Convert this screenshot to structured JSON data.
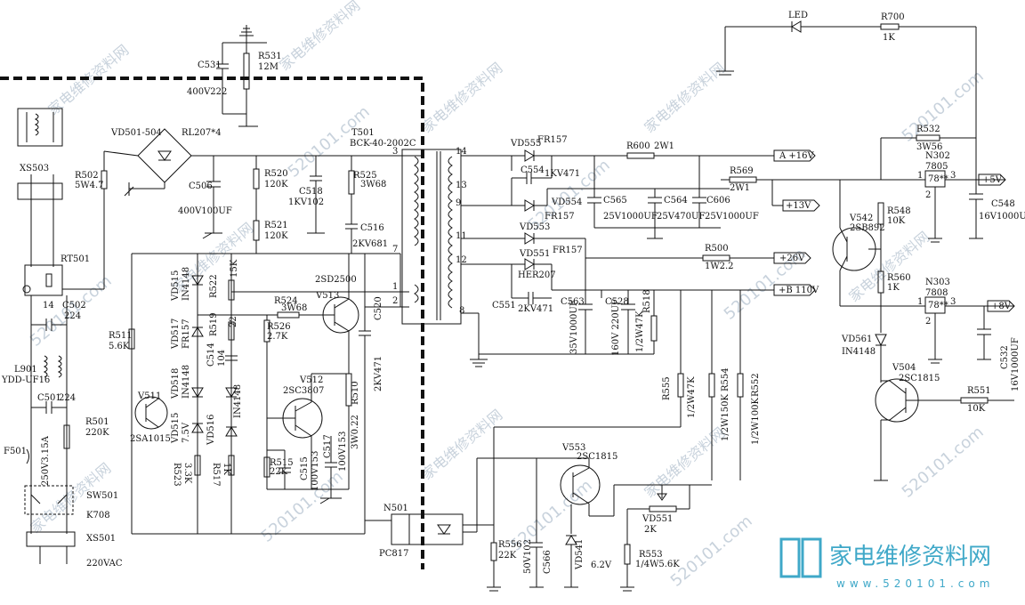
{
  "watermark": "520101.com",
  "watermark_cn": "家电维修资料网",
  "logo": {
    "brand": "家电维修资料网",
    "url": "www.520101.com"
  },
  "labels": {
    "C531": "C531",
    "C531v": "400V222",
    "R531": "R531",
    "R531v": "12M",
    "VD501": "VD501-504",
    "RL207": "RL207*4",
    "R502": "R502",
    "R502v": "5W4.7",
    "XS503": "XS503",
    "C506": "C506",
    "C506v": "400V100UF",
    "R520": "R520",
    "R520v": "120K",
    "R521": "R521",
    "R521v": "120K",
    "C518": "C518",
    "C518v": "1KV102",
    "R525": "R525",
    "R525v": "3W68",
    "C516": "C516",
    "C516v": "2KV681",
    "T501": "T501",
    "T501v": "BCK-40-2002C",
    "RT501": "RT501",
    "C502": "C502",
    "C502v": "224",
    "L901": "L901",
    "L901v": "YDD-UF16",
    "C501": "C501",
    "C501v": "224",
    "R501": "R501",
    "R501v": "220K",
    "F501": "F501",
    "F501v": "250V3.15A",
    "SW501": "SW501",
    "K708": "K708",
    "XS501": "XS501",
    "AC": "220VAC",
    "VD515": "VD515",
    "VD515v": "IN4148",
    "R522": "R522",
    "R522v": "15K",
    "VD517": "VD517",
    "VD517v": "FR157",
    "R519": "R519",
    "R519v": "22",
    "C514": "C514",
    "C514v": "104",
    "R524": "R524",
    "R524v": "3W68",
    "V513": "V513",
    "V513v": "2SD2500",
    "R526": "R526",
    "R526v": "2.7K",
    "C520": "C520",
    "C520v": "2KV471",
    "R511": "R511",
    "R511v": "5.6K",
    "V511": "V511",
    "V511v": "2SA1015",
    "VD518": "VD518",
    "VD518v": "IN4148",
    "VD516": "VD516",
    "VD516v": "IN4148",
    "VD515b": "VD515",
    "VD515bv": "7.5V",
    "V512": "V512",
    "V512v": "2SC3807",
    "R510": "R510",
    "R510v": "3W0.22",
    "R523": "R523",
    "R523v": "3.3K",
    "R517": "R517",
    "R517v": "1K",
    "R515": "R515",
    "R515v": "22K",
    "C515": "C515",
    "C515v": "100V153",
    "C517": "C517",
    "C517v": "100V153",
    "N501": "N501",
    "PC817": "PC817",
    "VD555": "VD555",
    "VD555v": "FR157",
    "C554": "C554",
    "C554v": "1KV471",
    "VD554": "VD554",
    "VD554v": "FR157",
    "VD553": "VD553",
    "VD553v": "FR157",
    "VD551": "VD551",
    "HER207": "HER207",
    "C551": "C551",
    "C551v": "2KV471",
    "R600": "R600",
    "R600v": "2W1",
    "C565": "C565",
    "C565v": "25V1000UF",
    "C564": "C564",
    "C564v": "25V470UF",
    "C606": "C606",
    "C606v": "25V1000UF",
    "R569": "R569",
    "R569v": "2W1",
    "R500": "R500",
    "R500v": "1W2.2",
    "C563": "C563",
    "C563v": "35V1000UF",
    "C528": "C528",
    "C528v": "160V 220UF",
    "R518": "R518",
    "R518v": "1/2W47K",
    "R555": "R555",
    "R555v": "1/2W47K",
    "R554": "R554",
    "R554v": "1/2W150K",
    "R552": "R552",
    "R552v": "1/2W100K",
    "V553": "V553",
    "V553v": "2SC1815",
    "VD551b": "VD551",
    "VD551bv": "2K",
    "R553": "R553",
    "R553v": "1/4W5.6K",
    "R556": "R556",
    "R556v": "22K",
    "C566": "C566",
    "C566v": "50V102",
    "VD541": "VD541",
    "VD541v": "6.2V",
    "LED": "LED",
    "R700": "R700",
    "R700v": "1K",
    "R532": "R532",
    "R532v": "3W56",
    "N302": "N302",
    "N302v": "7805",
    "C548": "C548",
    "C548v": "16V1000UF",
    "V542": "V542",
    "V542v": "2SB892",
    "R548": "R548",
    "R548v": "10K",
    "R560": "R560",
    "R560v": "1K",
    "N303": "N303",
    "N303v": "7808",
    "VD561": "VD561",
    "VD561v": "IN4148",
    "C532": "C532",
    "C532v": "16V1000UF",
    "V504": "V504",
    "V504v": "2SC1815",
    "R551": "R551",
    "R551v": "10K",
    "reg": "78**",
    "out16": "A +16V",
    "out13": "+13V",
    "out26": "+26V",
    "out110": "+B 110V",
    "out5": "+5V",
    "out8": "+8V",
    "p14": "14",
    "p13": "13",
    "p9": "9",
    "p11": "11",
    "p12": "12",
    "p8": "8",
    "p3": "3",
    "p7": "7",
    "p1": "1",
    "p2": "2",
    "n1": "1",
    "n2": "2",
    "n3": "3",
    "n1b": "1",
    "n2b": "2",
    "n3b": "3",
    "p14b": "14"
  }
}
